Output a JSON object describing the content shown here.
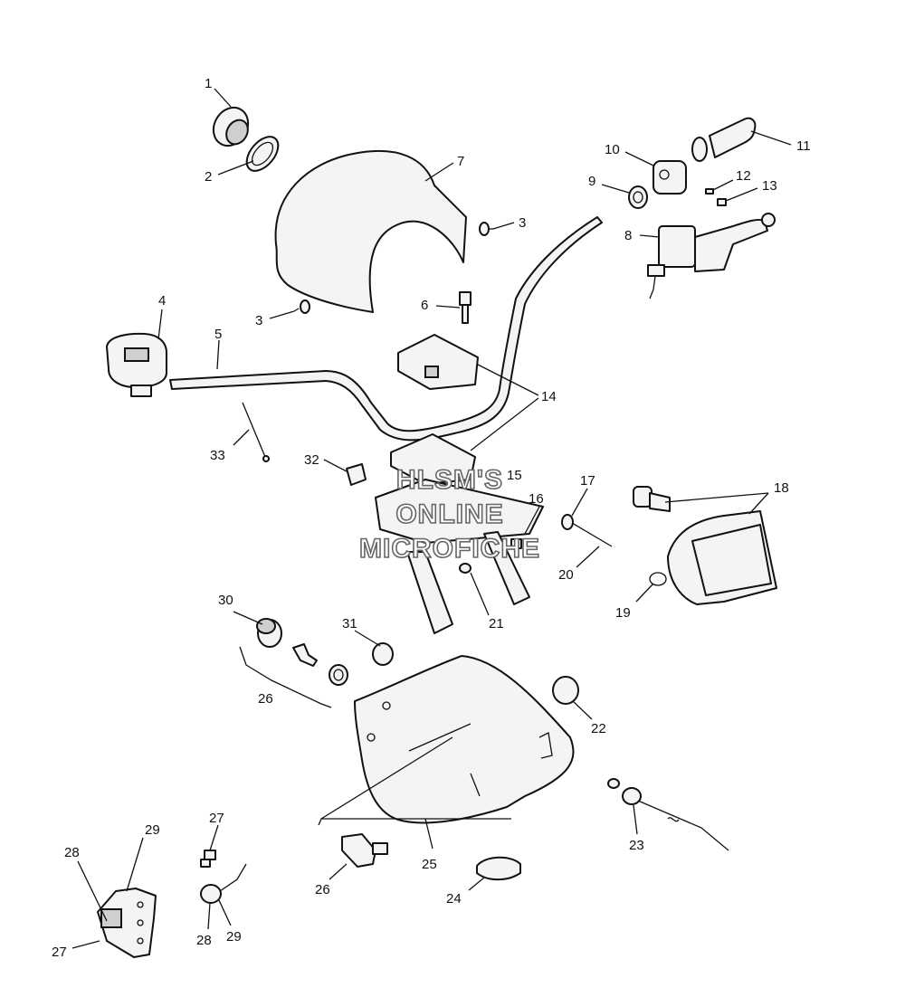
{
  "watermark": {
    "line1": "HLSM'S",
    "line2": "ONLINE",
    "line3": "MICROFICHE"
  },
  "callouts": [
    {
      "id": "c1",
      "text": "1"
    },
    {
      "id": "c2",
      "text": "2"
    },
    {
      "id": "c3a",
      "text": "3"
    },
    {
      "id": "c3b",
      "text": "3"
    },
    {
      "id": "c4",
      "text": "4"
    },
    {
      "id": "c5",
      "text": "5"
    },
    {
      "id": "c6",
      "text": "6"
    },
    {
      "id": "c7",
      "text": "7"
    },
    {
      "id": "c8",
      "text": "8"
    },
    {
      "id": "c9",
      "text": "9"
    },
    {
      "id": "c10",
      "text": "10"
    },
    {
      "id": "c11",
      "text": "11"
    },
    {
      "id": "c12",
      "text": "12"
    },
    {
      "id": "c13",
      "text": "13"
    },
    {
      "id": "c14",
      "text": "14"
    },
    {
      "id": "c15",
      "text": "15"
    },
    {
      "id": "c16",
      "text": "16"
    },
    {
      "id": "c17",
      "text": "17"
    },
    {
      "id": "c18",
      "text": "18"
    },
    {
      "id": "c19",
      "text": "19"
    },
    {
      "id": "c20",
      "text": "20"
    },
    {
      "id": "c21",
      "text": "21"
    },
    {
      "id": "c22",
      "text": "22"
    },
    {
      "id": "c23",
      "text": "23"
    },
    {
      "id": "c24",
      "text": "24"
    },
    {
      "id": "c25",
      "text": "25"
    },
    {
      "id": "c26a",
      "text": "26"
    },
    {
      "id": "c26b",
      "text": "26"
    },
    {
      "id": "c27a",
      "text": "27"
    },
    {
      "id": "c27b",
      "text": "27"
    },
    {
      "id": "c28a",
      "text": "28"
    },
    {
      "id": "c28b",
      "text": "28"
    },
    {
      "id": "c29a",
      "text": "29"
    },
    {
      "id": "c29b",
      "text": "29"
    },
    {
      "id": "c30",
      "text": "30"
    },
    {
      "id": "c31",
      "text": "31"
    },
    {
      "id": "c32",
      "text": "32"
    },
    {
      "id": "c33",
      "text": "33"
    }
  ]
}
